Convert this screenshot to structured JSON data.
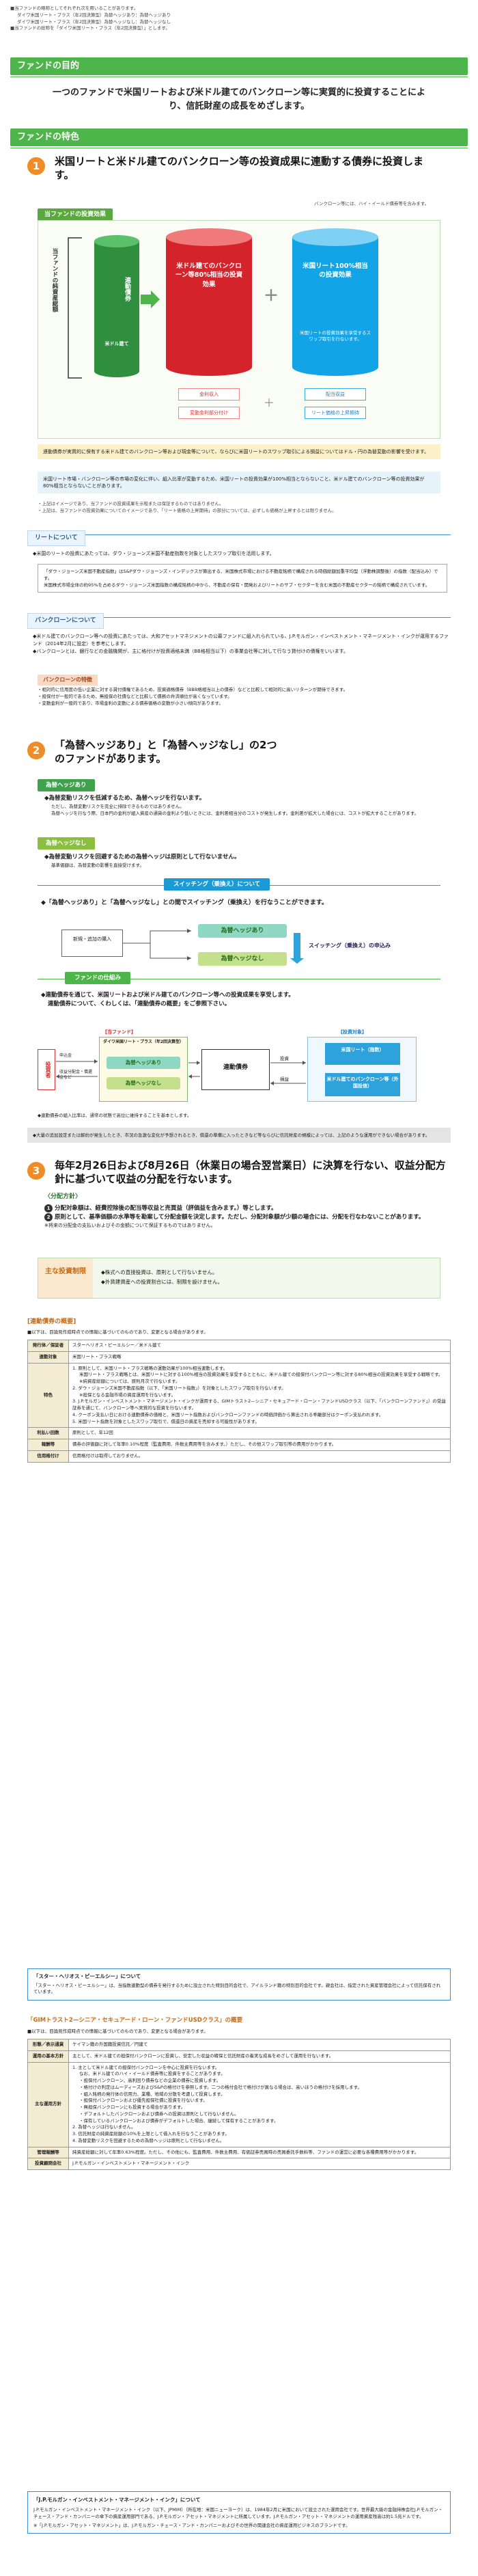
{
  "intro_notes": [
    "■当ファンドの略称としてそれぞれ次を用いることがあります。",
    "ダイワ米国リート・プラス（年2回決算型）為替ヘッジあり：為替ヘッジあり",
    "ダイワ米国リート・プラス（年2回決算型）為替ヘッジなし：為替ヘッジなし",
    "■当ファンドの総称を「ダイワ米国リート・プラス（年2回決算型）」とします。"
  ],
  "purpose": {
    "heading": "ファンドの目的",
    "text": "一つのファンドで米国リートおよび米ドル建てのバンクローン等に実質的に投資することにより、信託財産の成長をめざします。"
  },
  "features": {
    "heading": "ファンドの特色"
  },
  "f1": {
    "num": "1",
    "title": "米国リートと米ドル建てのバンクローン等の投資成果に連動する債券に投資します。",
    "rating_note": "バンクローン等には、ハイ・イールド債券等を含みます。",
    "tab": "当ファンドの投資効果",
    "left_label": "当ファンドの純資産総額",
    "green_cyl": "連動債券",
    "green_cyl2": "米ドル建て",
    "red_cyl": "米ドル建てのバンクローン等80%相当の投資効果",
    "blue_cyl": "米国リート100%相当の投資効果",
    "blue_note": "米国リートの投資効果を享受するスワップ取引を行ないます。",
    "pink": [
      "金利収入",
      "変動金利部分付け"
    ],
    "cyan": [
      "配当収益",
      "リート価格の上昇期待"
    ],
    "yellow": "連動債券が実質的に保有する米ドル建てのバンクローン等および現金等について、ならびに米国リートのスワップ取引による損益についてはドル・円の為替変動の影響を受けます。",
    "blue_notes": "米国リート市場・バンクローン等の市場の変化に伴い、組入比率が変動するため、米国リートの投資効果が100%相当とならないこと、米ドル建てのバンクローン等の投資効果が80%相当とならないことがあります。",
    "foot": [
      "・上記はイメージであり、当ファンドの投資成果を示唆または保証するものではありません。",
      "・上記は、当ファンドの投資効果についてのイメージであり、「リート価格の上昇期待」の部分については、必ずしも価格が上昇するとは限りません。"
    ]
  },
  "reit": {
    "tab": "リートについて",
    "text": "米国のリートの投資にあたっては、ダウ・ジョーンズ米国不動産指数を対象としたスワップ取引を活用します。",
    "quote": [
      "「ダウ・ジョーンズ米国不動産指数」はS&Pダウ・ジョーンズ・インデックスが算出する、米国株式市場における不動産銘柄で構成される時価総額加重平均型（浮動株調整後）の指数（配当込み）です。",
      "米国株式市場全体の約95%を占めるダウ・ジョーンズ米国指数の構成銘柄の中から、不動産の保有・開発およびリートのサブ・セクターを含む米国の不動産セクターの銘柄で構成されています。"
    ]
  },
  "loan": {
    "tab": "バンクローンについて",
    "items": [
      "米ドル建てのバンクローン等への投資にあたっては、大和アセットマネジメントの公募ファンドに組入れられている、J.P.モルガン・インベストメント・マネージメント・インクが運用するファンド（2014年2月に設定）を参考にします。",
      "バンクローンとは、銀行などの金融機関が、主に格付けが投資適格未満（BB格相当以下）の事業会社等に対して行なう貸付けの債権をいいます。"
    ],
    "sub": "バンクローンの特徴",
    "points": [
      "・相対的に信用度の低い企業に対する貸付債権であるため、投資適格債券（BBB格相当以上の債券）などと比較して相対的に高いリターンが期待できます。",
      "・担保付が一般的であるため、無担保の社債などと比較して債務の弁済順位が高くなっています。",
      "・変動金利が一般的であり、市場金利の変動による債券価格の変動が小さい傾向があります。"
    ]
  },
  "f2": {
    "num": "2",
    "title": "「為替ヘッジあり」と「為替ヘッジなし」の2つのファンドがあります。",
    "h_on": "為替ヘッジあり",
    "h_on_text": "為替変動リスクを低減するため、為替ヘッジを行ないます。",
    "h_on_notes": [
      "ただし、為替変動リスクを完全に排除できるものではありません。",
      "為替ヘッジを行なう際、日本円の金利が組入資産の通貨の金利より低いときには、金利差相当分のコストが発生します。金利差が拡大した場合には、コストが拡大することがあります。"
    ],
    "h_off": "為替ヘッジなし",
    "h_off_text": "為替変動リスクを回避するための為替ヘッジは原則として行ないません。",
    "h_off_note": "基準価額は、為替変動の影響を直接受けます。",
    "switch_tab": "スイッチング（乗換え）について",
    "switch_text": "「為替ヘッジあり」と「為替ヘッジなし」との間でスイッチング（乗換え）を行なうことができます。",
    "switch_left": "新規・追加の購入",
    "switch_on": "為替ヘッジあり",
    "switch_off": "為替ヘッジなし",
    "switch_label": "スイッチング（乗換え）の申込み"
  },
  "scheme": {
    "tab": "ファンドの仕組み",
    "text": "連動債券を通じて、米国リートおよび米ドル建てのバンクローン等への投資成果を享受します。",
    "text2": "連動債券について、くわしくは、「連動債券の概要」をご参照下さい。",
    "fund_lbl": "【当ファンド】",
    "inv_lbl": "【投資対象】",
    "investor": "投資者",
    "pay": "申込金",
    "ret": "収益分配金・償還金など",
    "fund_name": "ダイワ米国リート・プラス（年2回決算型）",
    "on": "為替ヘッジあり",
    "off": "為替ヘッジなし",
    "mid": "連動債券",
    "t1": "米国リート（指数）",
    "t2": "米ドル建てのバンクローン等（外国投信）",
    "arrows": [
      "投資",
      "損益"
    ],
    "note": "◆連動債券の組入比率は、通常の状態で高位に維持することを基本とします。"
  },
  "gray": "◆大量の追加設定または解約が発生したとき、市況の急激な変化が予想されるとき、償還の準備に入ったときなど等ならびに信託財産の規模によっては、上記のような運用ができない場合があります。",
  "f3": {
    "num": "3",
    "title": "毎年2月26日および8月26日（休業日の場合翌営業日）に決算を行ない、収益分配方針に基づいて収益の分配を行ないます。",
    "sub": "〈分配方針〉",
    "items": [
      "分配対象額は、経費控除後の配当等収益と売買益（評価益を含みます。）等とします。",
      "原則として、基準価額の水準等を勘案して分配金額を決定します。ただし、分配対象額が少額の場合には、分配を行なわないことがあります。"
    ],
    "note": "※将来の分配金の支払いおよびその金額について保証するものではありません。"
  },
  "limits": {
    "label": "主な投資制限",
    "items": [
      "株式への直接投資は、原則として行ないません。",
      "外貨建資産への投資割合には、制限を設けません。"
    ]
  },
  "bond": {
    "title": "[連動債券の概要]",
    "note": "■以下は、目論見作成時点での情報に基づいてのものであり、変更となる場合があります。",
    "rows": [
      {
        "k": "発行体／保証者",
        "v": "スターヘリオス・ピーエルシー／米ドル建て"
      },
      {
        "k": "連動対象",
        "v": "米国リート・プラス戦略"
      },
      {
        "k": "特色",
        "v": [
          "1. 原則として、米国リート・プラス戦略の運動効果が100%相当連動します。",
          "米国リート・プラス戦略とは、米国リートに対する100%相当の投資効果を享受するとともに、米ドル建ての担保付バンクローン等に対する80%相当の投資効果を享受する戦略です。",
          "※純資産総額については、原則月次で行ないます。",
          "2. ダウ・ジョーンズ米国不動産指数（以下、「米国リート指数」）を対象としたスワップ取引を行ないます。",
          "※担保となる金融市場の資産運用を行ないます。",
          "3. J.P.モルガン・インベストメント・マネージメント・インクが運用する、GIMトラスト2—シニア・セキュアード・ローン・ファンドUSDクラス（以下、「バンクローンファンド」）の受益証券を通じて、バンクローン等へ実質的な投資を行ないます。",
          "4. クーポン支払い日における連動債券の価格と、米国リート指数およびバンクローンファンドの時価評価から算出される乖離部分はクーポン支払われます。",
          "5. 米国リート指数を対象としたスワップ取引で、償還日の資産を売却する可能性があります。"
        ]
      },
      {
        "k": "利払い回数",
        "v": "原則として、年12回"
      },
      {
        "k": "報酬等",
        "v": "債券の評価額に対して年率0.10%程度（監査費用、件数主費用等を含みます。）ただし、その他スワップ取引等の費用がかかります。"
      },
      {
        "k": "信用格付け",
        "v": "信用格付けは取得しておりません。"
      }
    ]
  },
  "star": {
    "title": "「スター・ヘリオス・ピーエルシー」について",
    "text": "「スター・ヘリオス・ピーエルシー」は、当指数連動型の債券を発行するために設立された特別目的会社で、アイルランド籍の特別目的会社です。親会社は、指定された資産管理会社によって信託保有されています。"
  },
  "gim": {
    "title": "「GIMトラスト2—シニア・セキュアード・ローン・ファンドUSDクラス」の概要",
    "note": "■以下は、目論見作成時点での情報に基づいてのものであり、変更となる場合があります。",
    "rows": [
      {
        "k": "形態／表示通貨",
        "v": "ケイマン籍の外国籍投資信託／円建て"
      },
      {
        "k": "運用の基本方針",
        "v": "主として、米ドル建ての担保付バンクローンに投資し、安定した収益の確保と信託財産の着実な成長をめざして運用を行ないます。"
      },
      {
        "k": "主な運用方針",
        "v": [
          "1. 主として米ドル建ての担保付バンクローンを中心に投資を行ないます。",
          "なお、米ドル建てのハイ・イールド債券等に投資をすることがあります。",
          "・担保付バンクローン、高利回り債券などの企業の債券に投資します。",
          "・格付けの判定はムーディーズおよびS&Pの格付けを参照します。二つの格付会社で格付けが異なる場合は、高いほうの格付けを採用します。",
          "・組入銘柄の発行体の信用力、業種、地域の分散を考慮して投資します。",
          "・担保付バンクローンおよび優先担保社債に投資を行ないます。",
          "・無担保バンクローンにも投資する場合があります。",
          "・デフォルトしたバンクローンおよび債券への投資は原則として行ないません。",
          "・保有しているバンクローンおよび債券がデフォルトした場合、継続して保有することがあります。",
          "2. 為替ヘッジは行ないません。",
          "3. 信託財産の純資産総額の10%を上限として借入れを行なうことがあります。",
          "4. 為替変動リスクを回避するための為替ヘッジは原則として行ないません。"
        ]
      },
      {
        "k": "管理報酬等",
        "v": "純資産総額に対して年率0.63%程度。ただし、その他にも、監査費用、件数主費用、有価証券売買時の売買委託手数料等、ファンドの運営に必要な各種費用等がかかります。"
      },
      {
        "k": "投資顧問会社",
        "v": "J.P.モルガン・インベストメント・マネージメント・インク"
      }
    ]
  },
  "jpm": {
    "title": "「J.P.モルガン・インベストメント・マネージメント・インク」について",
    "text": "J.P.モルガン・インベストメント・マネージメント・インク（以下、JPMIM）（所在地：米国ニューヨーク）は、1984年2月に米国において設立された運用会社です。世界最大級の金融持株会社J.P.モルガン・チェース・アンド・カンパニーの傘下の資産運用部門である、J.P.モルガン・アセット・マネジメントに所属しています。J.P.モルガン・アセット・マネジメントの運用資産残高は約1.5兆ドルです。",
    "foot": "※「J.P.モルガン・アセット・マネジメント」は、J.P.モルガン・チェース・アンド・カンパニーおよびその世界の関連会社の資産運用ビジネスのブランドです。"
  }
}
